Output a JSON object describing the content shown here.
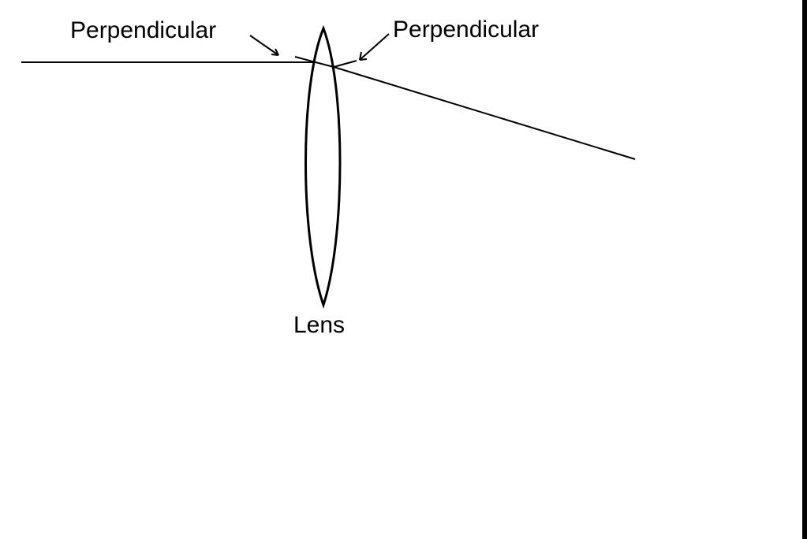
{
  "labels": {
    "perpendicular_left": "Perpendicular",
    "perpendicular_right": "Perpendicular",
    "lens": "Lens"
  },
  "colors": {
    "stroke": "#000000",
    "background": "#ffffff"
  }
}
